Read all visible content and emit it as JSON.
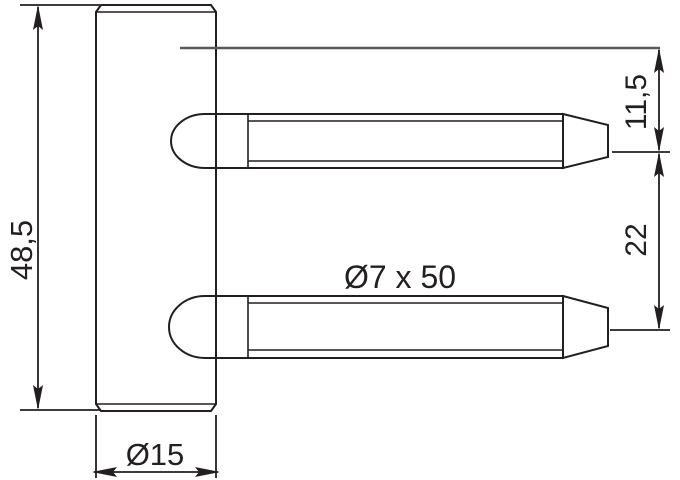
{
  "drawing": {
    "title": "Hinge pin technical drawing",
    "background_color": "#ffffff",
    "line_color": "#231f20",
    "reference_line_color": "#58595b",
    "dimensions": {
      "plate_height": "48,5",
      "plate_width": "Ø15",
      "top_offset": "11,5",
      "pin_spacing": "22",
      "pin_spec": "Ø7 x 50"
    },
    "labels": {
      "height_label": "48,5",
      "width_label": "Ø15",
      "offset_label": "11,5",
      "spacing_label": "22",
      "pin_label": "Ø7 x 50"
    }
  }
}
